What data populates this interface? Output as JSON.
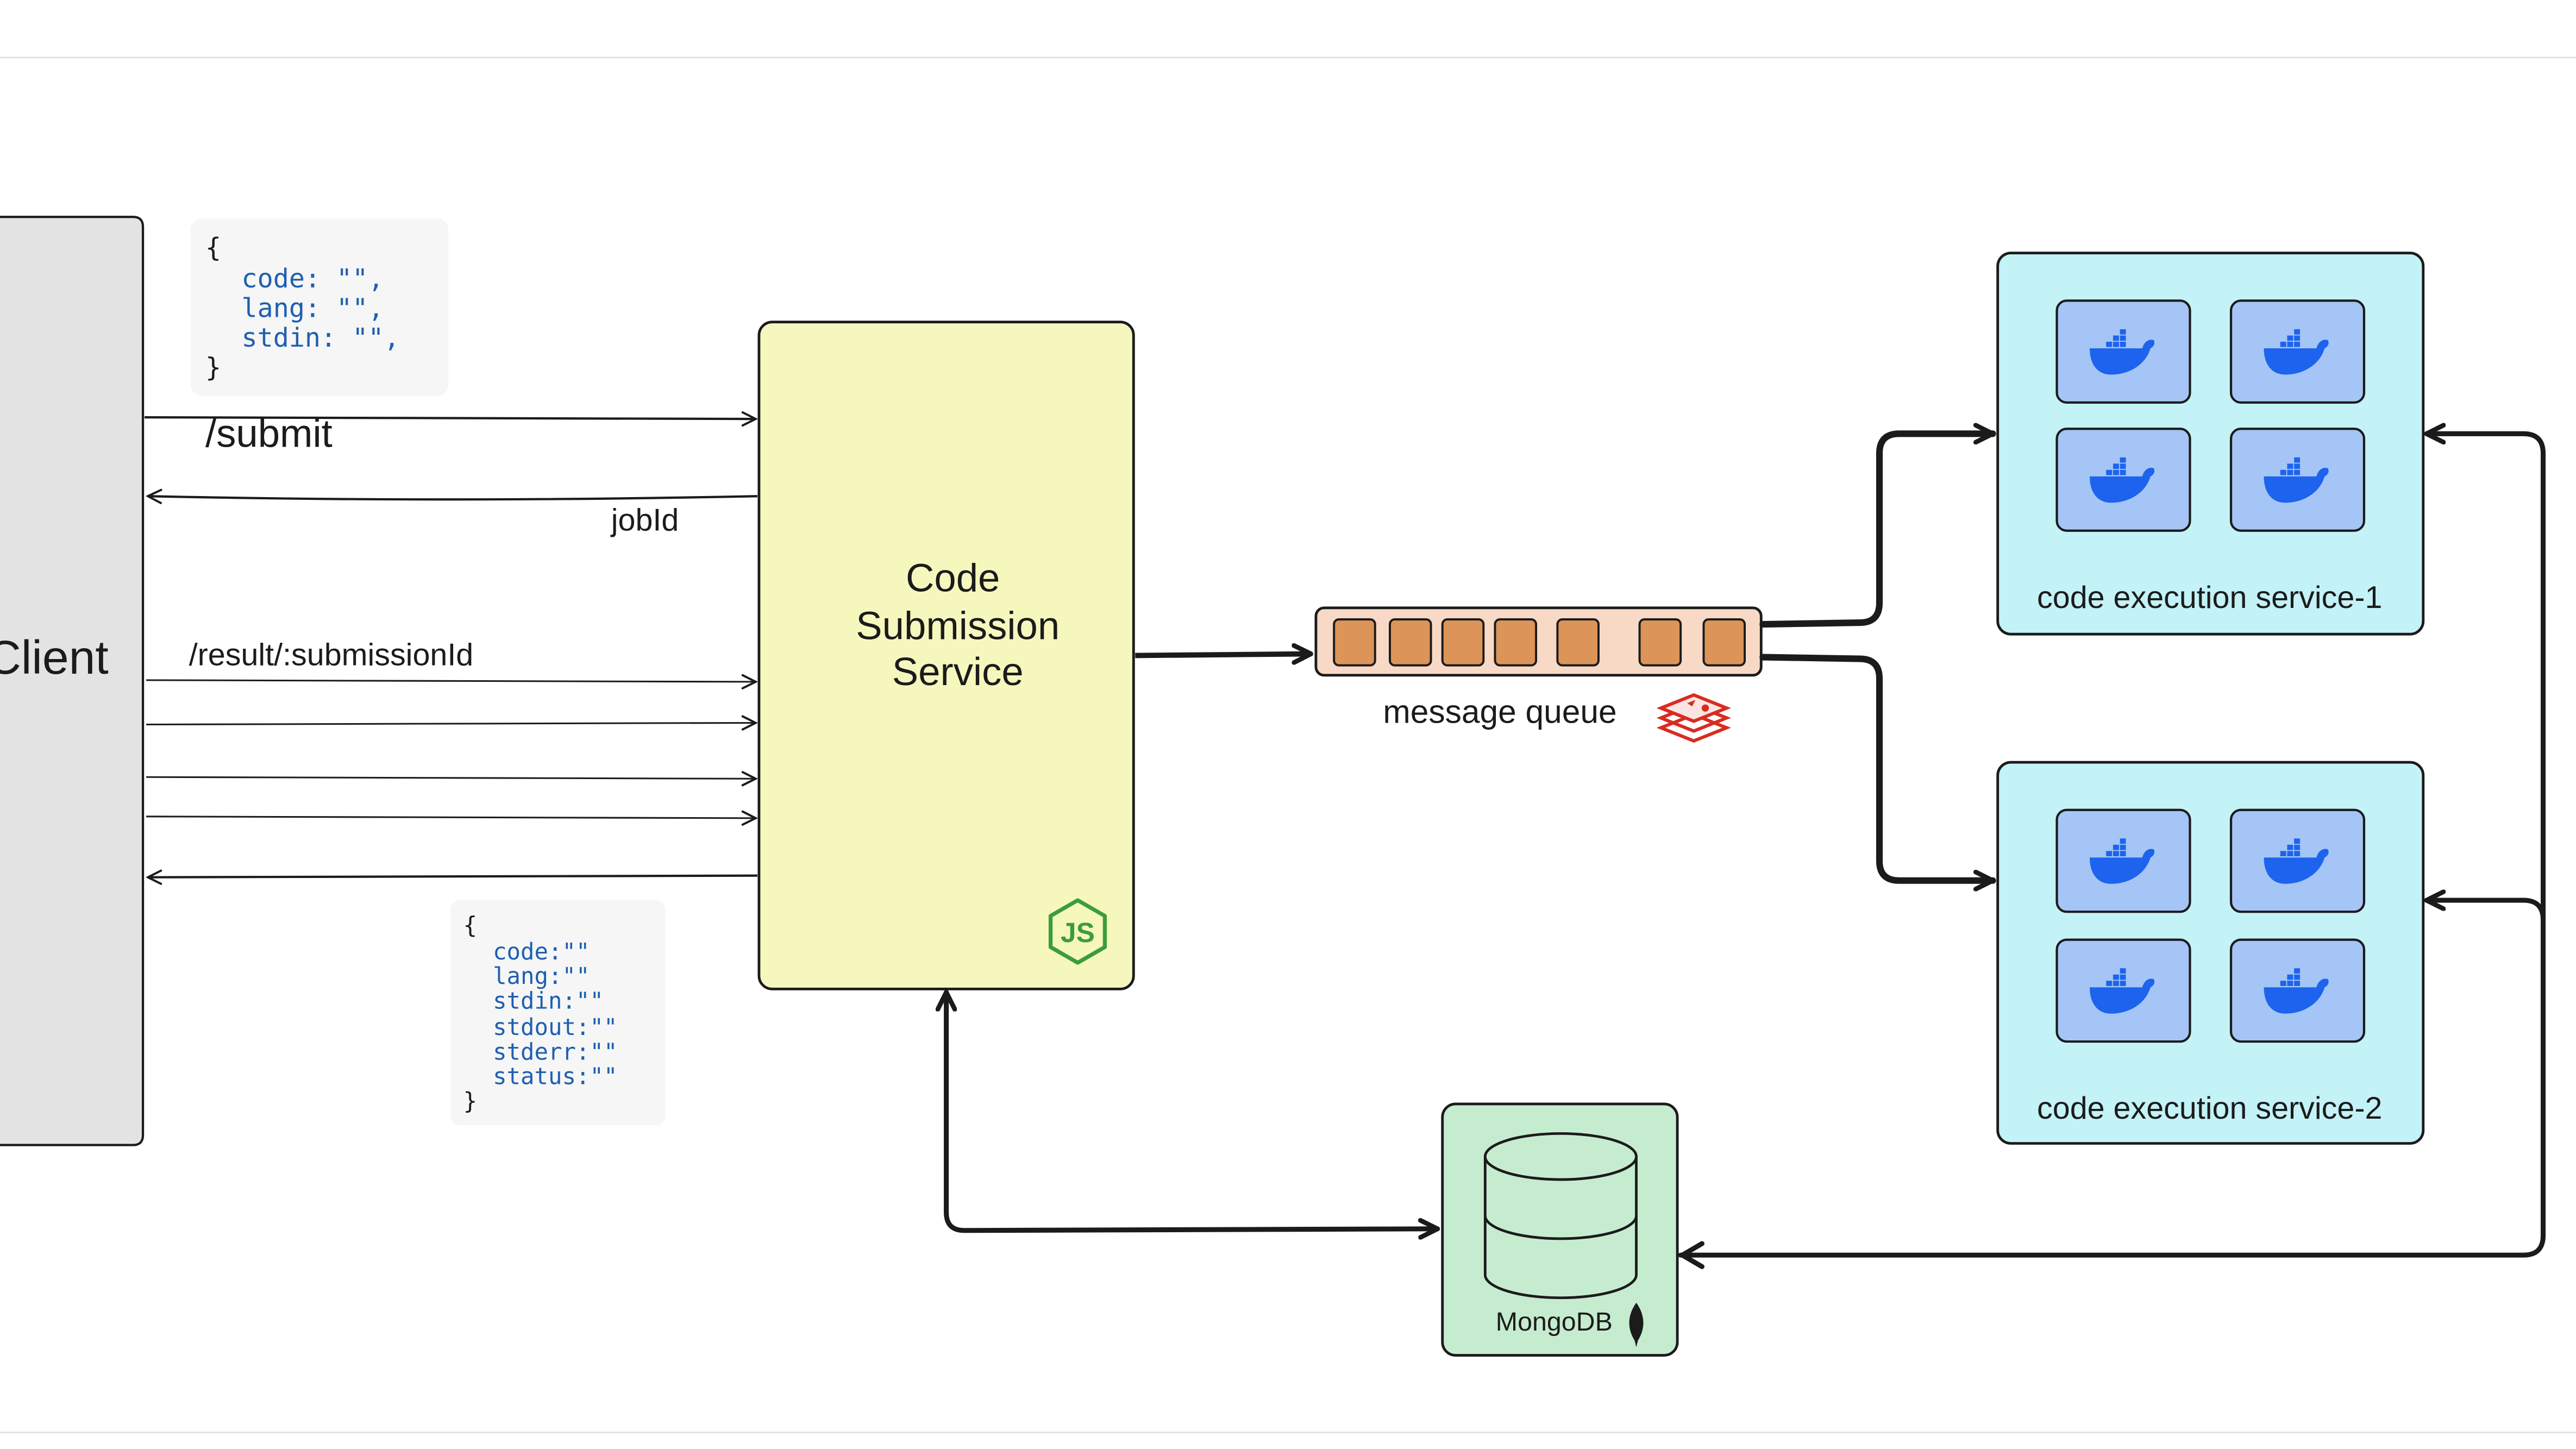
{
  "client": {
    "label": "Client"
  },
  "submit_payload": {
    "open": "{",
    "lines": [
      "code: \"\",",
      "lang: \"\",",
      "stdin: \"\","
    ],
    "close": "}"
  },
  "result_payload": {
    "open": "{",
    "lines": [
      "code:\"\"",
      "lang:\"\"",
      "stdin:\"\"",
      "stdout:\"\"",
      "stderr:\"\"",
      "status:\"\""
    ],
    "close": "}"
  },
  "edges": {
    "submit": "/submit",
    "jobid": "jobId",
    "result": "/result/:submissionId"
  },
  "submission_service": {
    "lines": [
      "Code",
      "Submission",
      "Service"
    ],
    "badge_icon": "nodejs-icon"
  },
  "queue": {
    "label": "message queue",
    "item_count": 7,
    "brand_icon": "redis-icon"
  },
  "exec_services": [
    {
      "label": "code execution service-1",
      "container_icon": "docker-icon",
      "containers": 4
    },
    {
      "label": "code execution service-2",
      "container_icon": "docker-icon",
      "containers": 4
    }
  ],
  "database": {
    "label": "MongoDB",
    "icon": "mongodb-leaf-icon"
  },
  "colors": {
    "client_fill": "#e3e3e3",
    "service_fill": "#f6f7bd",
    "queue_fill": "#f7d9c5",
    "queue_item": "#dd9459",
    "exec_fill": "#c3f2f7",
    "container_fill": "#a4c5f6",
    "docker_blue": "#1d63ed",
    "db_fill": "#c6eccf",
    "node_green": "#3c9d3c",
    "redis_red": "#d82c20",
    "code_blue": "#1f5fb0"
  }
}
